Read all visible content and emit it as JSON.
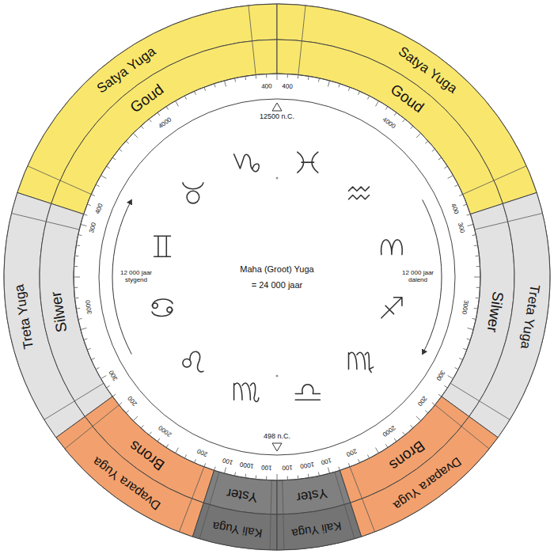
{
  "diagram": {
    "nodes": [
      {
        "text": [
          "Satya Yuga"
        ]
      },
      {
        "text": [
          "Satya Yuga"
        ]
      },
      {
        "text": [
          "Goud"
        ]
      },
      {
        "text": [
          "Goud"
        ]
      },
      {
        "text": [
          "Treta Yuga"
        ]
      },
      {
        "text": [
          "Silwer"
        ]
      },
      {
        "text": [
          "Silwer"
        ]
      },
      {
        "text": [
          "Treta Yuga"
        ]
      },
      {
        "text": [
          "Brons"
        ]
      },
      {
        "text": [
          "Dvapara Yuga"
        ]
      },
      {
        "text": [
          "Brons"
        ]
      },
      {
        "text": [
          "Dvapara Yuga"
        ]
      },
      {
        "text": [
          "Yster"
        ]
      },
      {
        "text": [
          "Yster"
        ]
      },
      {
        "text": [
          "Kali Yuga"
        ]
      },
      {
        "text": [
          "Kali Yuga"
        ]
      }
    ],
    "labels": [
      "12500 n.C.",
      "400",
      "4000",
      "400",
      "300",
      "3000",
      "300",
      "200",
      "2000",
      "200",
      "100",
      "1000",
      "100",
      "400",
      "4000",
      "400",
      "300",
      "3000",
      "300",
      "200",
      "2000",
      "200",
      "100",
      "1000",
      "100",
      "498 n.C.",
      "Maha (Groot) Yuga",
      "= 24 000 jaar",
      "12 000 jaar stygend",
      "12 000 jaar dalend"
    ]
  }
}
